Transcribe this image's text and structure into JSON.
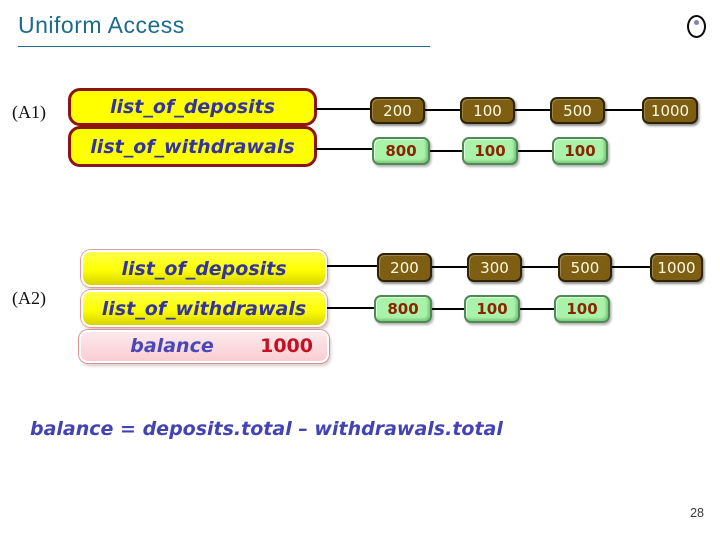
{
  "slide": {
    "title": "Uniform Access",
    "page_number": "28",
    "formula": "balance = deposits.total – withdrawals.total"
  },
  "icons": {
    "logo": "eye-dot-icon"
  },
  "colors": {
    "title_teal": "#1d6b8c",
    "box_yellow": "#ffff00",
    "box_border_dark_red": "#8b1414",
    "label_blue": "#3333a2",
    "node_brown": "#7d5e12",
    "node_brown_text": "#fffbe2",
    "node_green": "#a9f2a9",
    "node_green_text": "#8b2400",
    "balance_pink": "#f9cdd2",
    "balance_value_red": "#c41022",
    "formula_blue": "#4343b4"
  },
  "a1": {
    "label": "(A1)",
    "deposits_box_label": "list_of_deposits",
    "withdrawals_box_label": "list_of_withdrawals",
    "deposits": [
      "200",
      "100",
      "500",
      "1000"
    ],
    "withdrawals": [
      "800",
      "100",
      "100"
    ]
  },
  "a2": {
    "label": "(A2)",
    "deposits_box_label": "list_of_deposits",
    "withdrawals_box_label": "list_of_withdrawals",
    "balance_label": "balance",
    "balance_value": "1000",
    "deposits": [
      "200",
      "300",
      "500",
      "1000"
    ],
    "withdrawals": [
      "800",
      "100",
      "100"
    ]
  }
}
